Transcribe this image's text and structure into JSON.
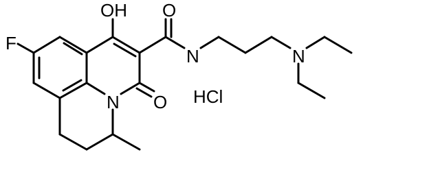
{
  "molecule": {
    "atom_labels": {
      "fluorine": "F",
      "hydroxyl": "OH",
      "amide_oxygen": "O",
      "amide_nitrogen": "N",
      "ring_nitrogen": "N",
      "lactam_oxygen": "O",
      "amine_nitrogen": "N"
    },
    "salt": "HCl"
  },
  "colors": {
    "ink": "#000000",
    "background": "#ffffff"
  }
}
